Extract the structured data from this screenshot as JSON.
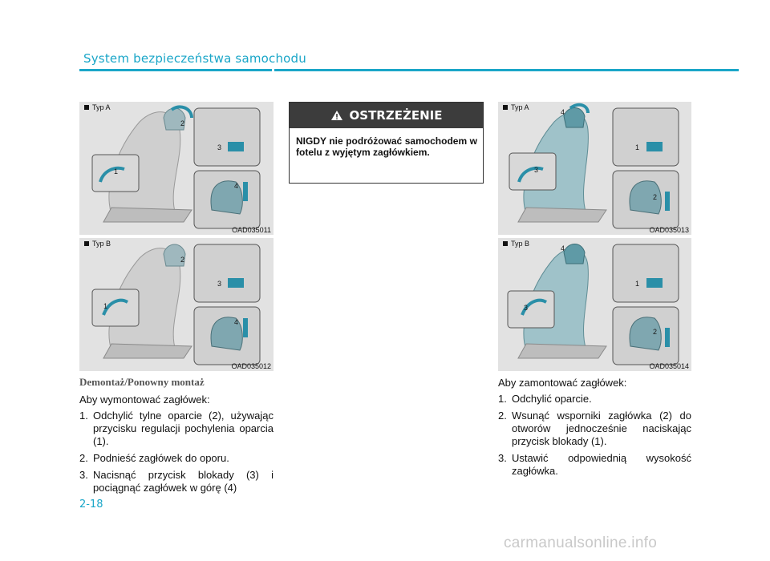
{
  "header": {
    "section_title": "System bezpieczeństwa samochodu"
  },
  "figures": [
    {
      "typ": "Typ A",
      "code": "OAD035011",
      "callouts": [
        "1",
        "2",
        "3",
        "4"
      ]
    },
    {
      "typ": "Typ B",
      "code": "OAD035012",
      "callouts": [
        "1",
        "2",
        "3",
        "4"
      ]
    },
    {
      "typ": "Typ A",
      "code": "OAD035013",
      "callouts": [
        "1",
        "2",
        "3",
        "4"
      ]
    },
    {
      "typ": "Typ B",
      "code": "OAD035014",
      "callouts": [
        "1",
        "2",
        "3",
        "4"
      ]
    }
  ],
  "warning": {
    "title": "OSTRZEŻENIE",
    "text": "NIGDY nie podróżować samochodem w fotelu z wyjętym zagłówkiem."
  },
  "left_column": {
    "subheading": "Demontaż/Ponowny montaż",
    "intro": "Aby wymontować zagłówek:",
    "steps": [
      {
        "num": "1.",
        "text": "Odchylić tylne oparcie (2), używając przycisku regulacji pochylenia oparcia (1)."
      },
      {
        "num": "2.",
        "text": "Podnieść zagłówek do oporu."
      },
      {
        "num": "3.",
        "text": "Nacisnąć przycisk blokady (3) i pociągnąć zagłówek w górę (4)"
      }
    ]
  },
  "right_column": {
    "intro": "Aby zamontować zagłówek:",
    "steps": [
      {
        "num": "1.",
        "text": "Odchylić oparcie."
      },
      {
        "num": "2.",
        "text": "Wsunąć wsporniki zagłówka (2) do otworów jednocześnie naciskając przycisk blokady (1)."
      },
      {
        "num": "3.",
        "text": "Ustawić odpowiednią wysokość zagłówka."
      }
    ]
  },
  "page_number": "2-18",
  "watermark": "carmanualsonline.info",
  "colors": {
    "accent": "#1aa6c8",
    "warning_header": "#3c3c3c",
    "figure_bg": "#e2e2e2"
  }
}
